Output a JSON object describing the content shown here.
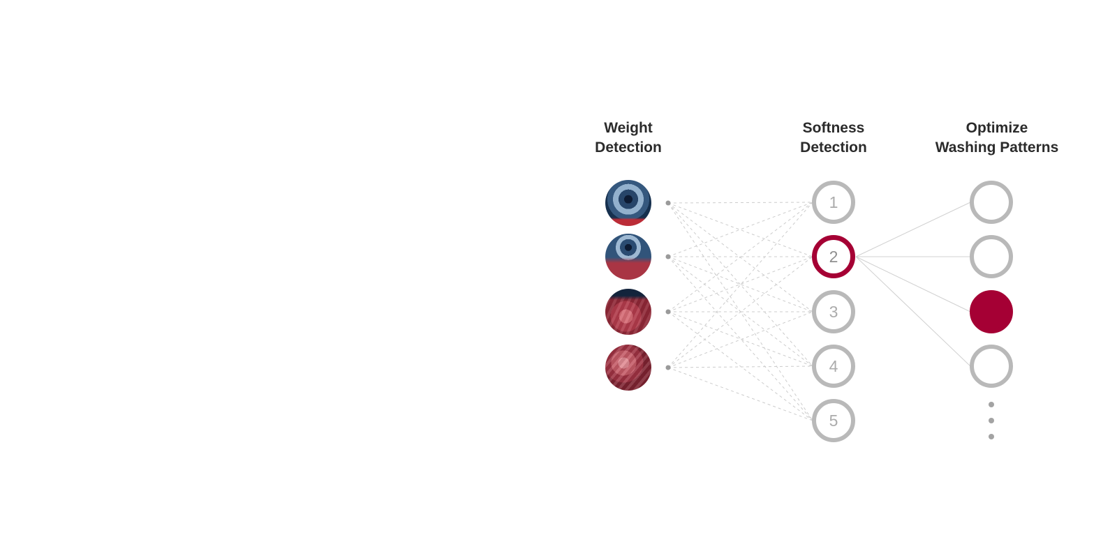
{
  "diagram": {
    "title": "AI washing process diagram",
    "columns": {
      "weight": {
        "title_line1": "Weight",
        "title_line2": "Detection"
      },
      "softness": {
        "title_line1": "Softness",
        "title_line2": "Detection"
      },
      "optimize": {
        "title_line1": "Optimize",
        "title_line2": "Washing Patterns"
      }
    },
    "weight_nodes": [
      {
        "name": "washer-drum-photo"
      },
      {
        "name": "drum-with-red-fabric-photo"
      },
      {
        "name": "red-fabric-in-drum-photo"
      },
      {
        "name": "red-fabric-photo"
      }
    ],
    "softness_nodes": [
      {
        "label": "1",
        "highlighted": false
      },
      {
        "label": "2",
        "highlighted": true
      },
      {
        "label": "3",
        "highlighted": false
      },
      {
        "label": "4",
        "highlighted": false
      },
      {
        "label": "5",
        "highlighted": false
      }
    ],
    "optimize_nodes": [
      {
        "filled": false
      },
      {
        "filled": false
      },
      {
        "filled": true
      },
      {
        "filled": false
      }
    ],
    "colors": {
      "accent": "#a50034",
      "node_border": "#b9b9b9",
      "dashed_line": "#cccccc",
      "solid_line": "#d0d0d0",
      "title_text": "#2b2b2b",
      "node_number": "#ababab"
    }
  }
}
